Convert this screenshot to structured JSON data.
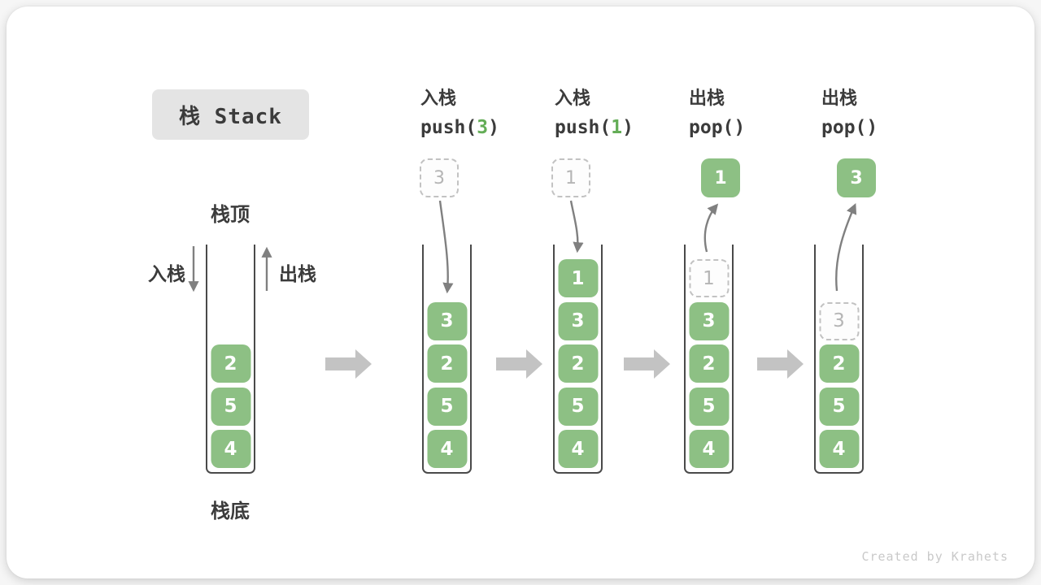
{
  "title": "栈 Stack",
  "watermark": "Created by Krahets",
  "labels": {
    "stack_top": "栈顶",
    "stack_bottom": "栈底",
    "push": "入栈",
    "pop": "出栈"
  },
  "colors": {
    "green": "#8dc084",
    "accent_green": "#64ad57",
    "text_dark": "#3b3b3b",
    "ghost": "#b5b5b5",
    "dashed_border": "#c2c2c2",
    "arrow_gray": "#808080",
    "block_arrow": "#c3c3c3",
    "container_border": "#4a4a4a",
    "title_bg": "#e4e4e4",
    "watermark_gray": "#c9c9c9"
  },
  "columns": [
    {
      "name": "initial",
      "stack": [
        "2",
        "5",
        "4"
      ]
    },
    {
      "name": "push-3",
      "op": "入栈",
      "code": {
        "pre": "push(",
        "arg": "3",
        "post": ")"
      },
      "incoming": "3",
      "stack": [
        "3",
        "2",
        "5",
        "4"
      ]
    },
    {
      "name": "push-1",
      "op": "入栈",
      "code": {
        "pre": "push(",
        "arg": "1",
        "post": ")"
      },
      "incoming": "1",
      "stack": [
        "1",
        "3",
        "2",
        "5",
        "4"
      ]
    },
    {
      "name": "pop-1",
      "op": "出栈",
      "code": {
        "pre": "pop()",
        "arg": "",
        "post": ""
      },
      "popped": "1",
      "ghost": "1",
      "stack": [
        "3",
        "2",
        "5",
        "4"
      ]
    },
    {
      "name": "pop-3",
      "op": "出栈",
      "code": {
        "pre": "pop()",
        "arg": "",
        "post": ""
      },
      "popped": "3",
      "ghost": "3",
      "stack": [
        "2",
        "5",
        "4"
      ]
    }
  ]
}
